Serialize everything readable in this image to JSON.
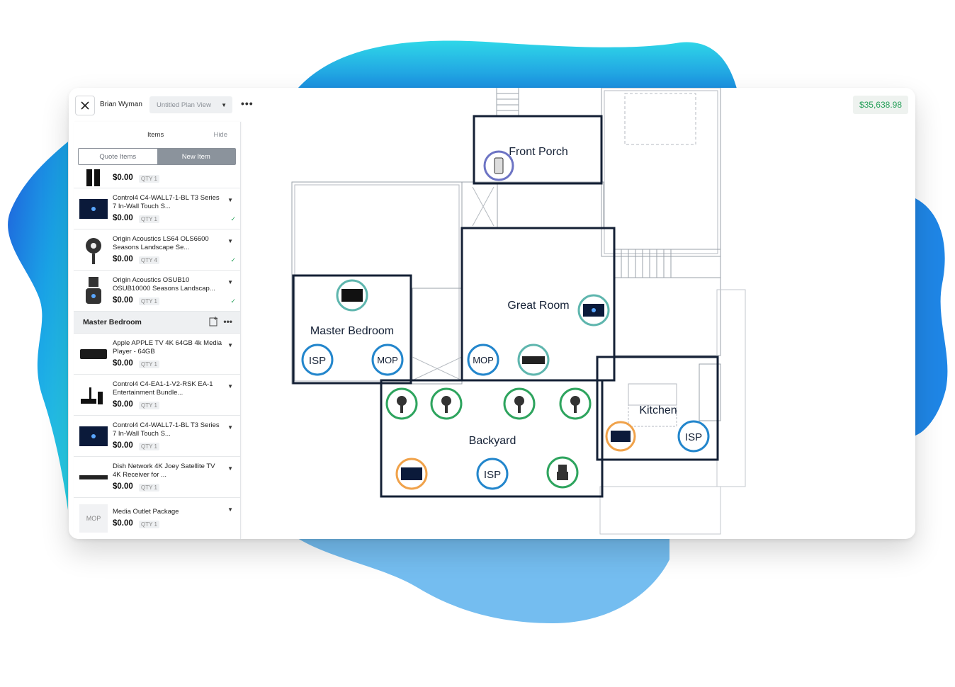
{
  "header": {
    "user_name": "Brian Wyman",
    "plan_view": "Untitled Plan View",
    "more_label": "•••",
    "total": "$35,638.98"
  },
  "panel": {
    "title": "Items",
    "hide_label": "Hide",
    "tabs": [
      "Quote Items",
      "New Item"
    ],
    "items_top": [
      {
        "name": "",
        "price": "$0.00",
        "qty": "QTY 1",
        "icon": "speaker-pair-icon",
        "checked": false
      },
      {
        "name": "Control4 C4-WALL7-1-BL T3 Series 7 In-Wall Touch S...",
        "price": "$0.00",
        "qty": "QTY 1",
        "icon": "touch-screen-icon",
        "checked": true
      },
      {
        "name": "Origin Acoustics LS64 OLS6600 Seasons Landscape Se...",
        "price": "$0.00",
        "qty": "QTY 4",
        "icon": "landscape-speaker-icon",
        "checked": true
      },
      {
        "name": "Origin Acoustics OSUB10 OSUB10000 Seasons Landscap...",
        "price": "$0.00",
        "qty": "QTY 1",
        "icon": "subwoofer-icon",
        "checked": true
      }
    ],
    "section_label": "Master Bedroom",
    "items_section": [
      {
        "name": "Apple APPLE TV 4K 64GB 4k Media Player - 64GB",
        "price": "$0.00",
        "qty": "QTY 1",
        "icon": "media-player-icon"
      },
      {
        "name": "Control4 C4-EA1-1-V2-RSK EA-1 Entertainment Bundle...",
        "price": "$0.00",
        "qty": "QTY 1",
        "icon": "bundle-icon"
      },
      {
        "name": "Control4 C4-WALL7-1-BL T3 Series 7 In-Wall Touch S...",
        "price": "$0.00",
        "qty": "QTY 1",
        "icon": "touch-screen-icon"
      },
      {
        "name": "Dish Network 4K Joey Satellite TV 4K Receiver for ...",
        "price": "$0.00",
        "qty": "QTY 1",
        "icon": "receiver-icon"
      },
      {
        "name": "Media Outlet Package",
        "price": "$0.00",
        "qty": "QTY 1",
        "icon": "mop-icon",
        "thumb_text": "MOP"
      }
    ]
  },
  "floorplan": {
    "rooms": [
      "Front Porch",
      "Master Bedroom",
      "Great Room",
      "Kitchen",
      "Backyard"
    ],
    "markers": {
      "isp": "ISP",
      "mop": "MOP"
    }
  },
  "colors": {
    "accent_green": "#27a05a",
    "marker_green": "#2ea45e",
    "marker_teal": "#5fb6ae",
    "marker_blue": "#2386cc",
    "marker_orange": "#f0a24a",
    "marker_purple": "#6d74c4",
    "wall": "#142035"
  }
}
